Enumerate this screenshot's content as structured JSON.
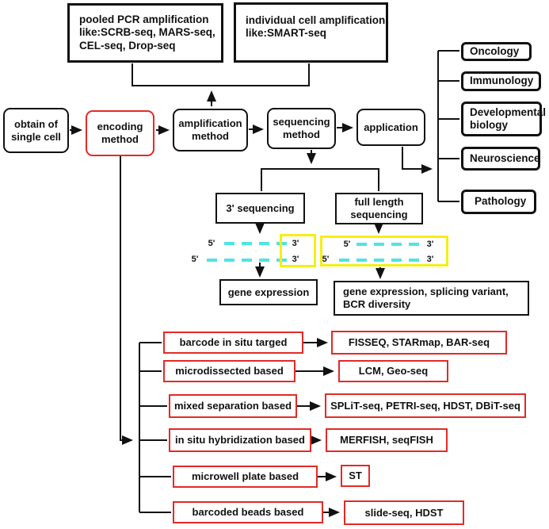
{
  "flow": {
    "obtain": "obtain of\nsingle cell",
    "encoding": "encoding\nmethod",
    "amplification": "amplification\nmethod",
    "sequencing": "sequencing\nmethod",
    "application": "application"
  },
  "amplification_types": {
    "pooled": "pooled PCR amplification\nlike:SCRB-seq, MARS-seq,\nCEL-seq, Drop-seq",
    "individual": "individual cell amplification\nlike:SMART-seq"
  },
  "applications": [
    "Oncology",
    "Immunology",
    "Developmental\nbiology",
    "Neuroscience",
    "Pathology"
  ],
  "sequencing_types": {
    "three_prime": "3' sequencing",
    "full_length": "full length\nsequencing",
    "three_prime_output": "gene expression",
    "full_length_output": "gene expression, splicing variant,\nBCR diversity"
  },
  "strand": {
    "five": "5'",
    "three": "3'"
  },
  "encoding_methods": [
    {
      "label": "barcode in situ targed",
      "methods": "FISSEQ, STARmap, BAR-seq"
    },
    {
      "label": "microdissected based",
      "methods": "LCM, Geo-seq"
    },
    {
      "label": "mixed separation based",
      "methods": "SPLiT-seq, PETRI-seq, HDST, DBiT-seq"
    },
    {
      "label": "in situ hybridization based",
      "methods": "MERFISH, seqFISH"
    },
    {
      "label": "microwell plate based",
      "methods": "ST"
    },
    {
      "label": "barcoded beads based",
      "methods": "slide-seq, HDST"
    }
  ],
  "colors": {
    "highlight_red": "#e12b26",
    "strand_cyan": "#4ee4e3",
    "region_yellow": "#f4ef14",
    "line_black": "#111111"
  }
}
